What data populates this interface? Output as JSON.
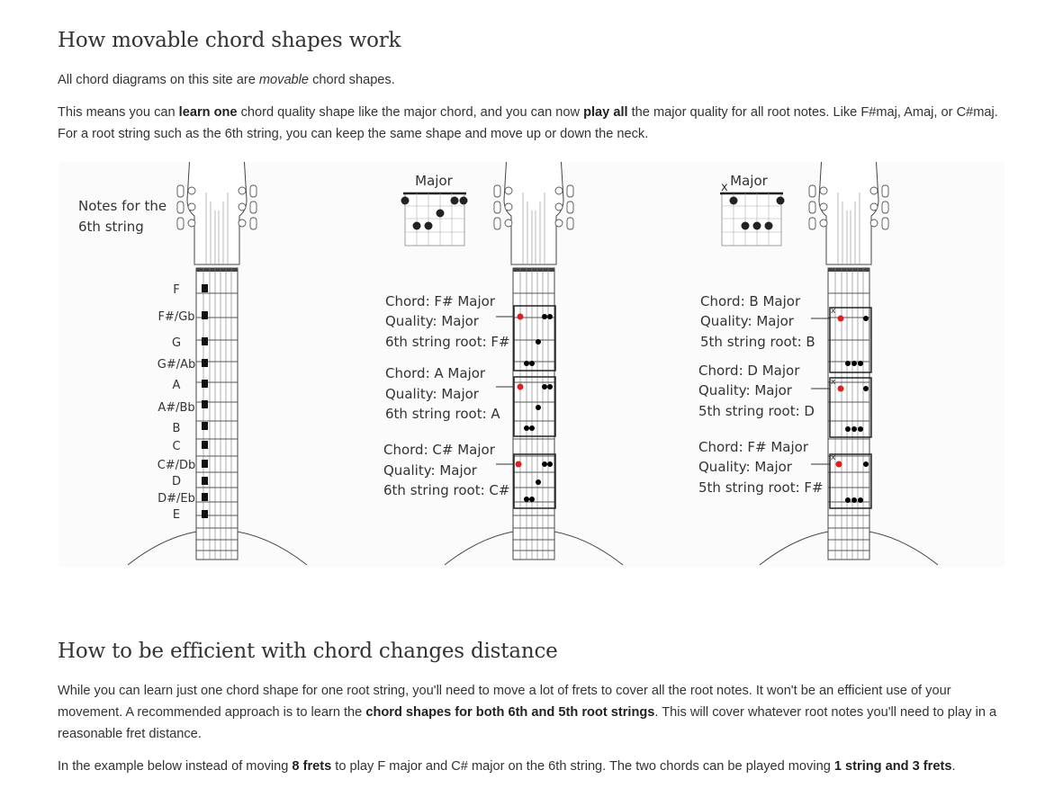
{
  "section1": {
    "heading": "How movable chord shapes work",
    "p1": {
      "before": "All chord diagrams on this site are ",
      "em": "movable",
      "after": " chord shapes."
    },
    "p2": {
      "t1": "This means you can ",
      "b1": "learn one",
      "t2": " chord quality shape like the major chord, and you can now ",
      "b2": "play all",
      "t3": " the major quality for all root notes. Like F#maj, Amaj, or C#maj. For a root string such as the 6th string, you can keep the same shape and move up or down the neck."
    }
  },
  "figure": {
    "left": {
      "title_line1": "Notes for the",
      "title_line2": "6th string",
      "notes": [
        "F",
        "F#/Gb",
        "G",
        "G#/Ab",
        "A",
        "A#/Bb",
        "B",
        "C",
        "C#/Db",
        "D",
        "D#/Eb",
        "E"
      ]
    },
    "middle": {
      "diagram_title": "Major",
      "chords": [
        {
          "chord": "Chord: F# Major",
          "quality": "Quality: Major",
          "root": "6th string root: F#"
        },
        {
          "chord": "Chord: A Major",
          "quality": "Quality: Major",
          "root": "6th string root: A"
        },
        {
          "chord": "Chord: C# Major",
          "quality": "Quality: Major",
          "root": "6th string root: C#"
        }
      ]
    },
    "right": {
      "diagram_title": "Major",
      "mute_mark": "x",
      "chords": [
        {
          "chord": "Chord: B Major",
          "quality": "Quality: Major",
          "root": "5th string root: B"
        },
        {
          "chord": "Chord: D Major",
          "quality": "Quality: Major",
          "root": "5th string root: D"
        },
        {
          "chord": "Chord: F# Major",
          "quality": "Quality: Major",
          "root": "5th string root: F#"
        }
      ]
    },
    "colors": {
      "root_dot": "#e02020",
      "dot": "#111111",
      "line": "#444444",
      "neck_fill": "#ffffff"
    }
  },
  "section2": {
    "heading": "How to be efficient with chord changes distance",
    "p1": {
      "t1": "While you can learn just one chord shape for one root string, you'll need to move a lot of frets to cover all the root notes. It won't be an efficient use of your movement. A recommended approach is to learn the ",
      "b1": "chord shapes for both 6th and 5th root strings",
      "t2": ". This will cover whatever root notes you'll need to play in a reasonable fret distance."
    },
    "p2": {
      "t1": "In the example below instead of moving ",
      "b1": "8 frets",
      "t2": " to play F major and C# major on the 6th string. The two chords can be played moving ",
      "b2": "1 string and 3 frets",
      "t3": "."
    }
  }
}
